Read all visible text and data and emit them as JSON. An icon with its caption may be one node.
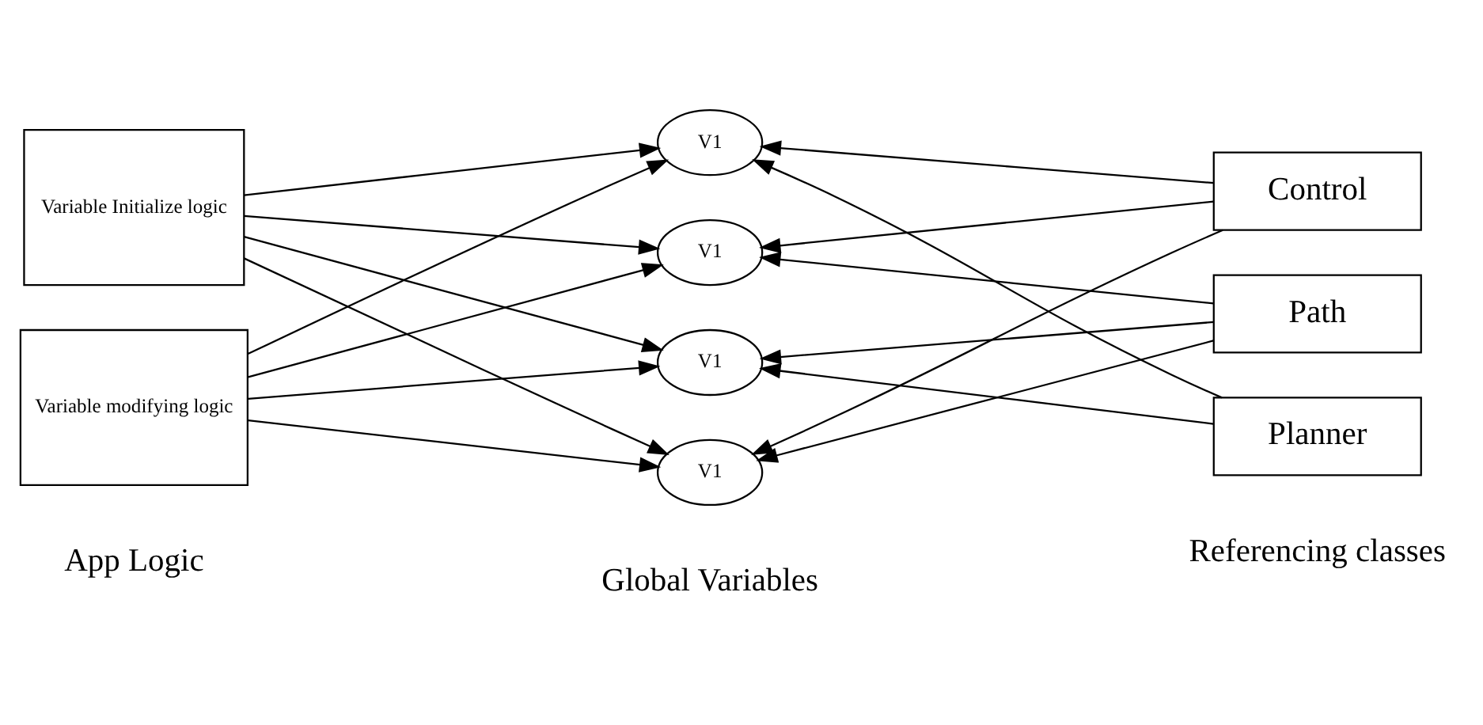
{
  "diagram": {
    "nodes": [
      {
        "text": [
          "Variable Initialize logic"
        ]
      },
      {
        "text": [
          "Variable modifying logic"
        ]
      },
      {
        "text": [
          "V1"
        ]
      },
      {
        "text": [
          "V1"
        ]
      },
      {
        "text": [
          "V1"
        ]
      },
      {
        "text": [
          "V1"
        ]
      },
      {
        "text": [
          "Control"
        ]
      },
      {
        "text": [
          "Path"
        ]
      },
      {
        "text": [
          "Planner"
        ]
      }
    ],
    "edges": [
      {
        "from": 0,
        "to": 2,
        "arrow": "to"
      },
      {
        "from": 0,
        "to": 3,
        "arrow": "to"
      },
      {
        "from": 0,
        "to": 4,
        "arrow": "to"
      },
      {
        "from": 0,
        "to": 5,
        "arrow": "to"
      },
      {
        "from": 1,
        "to": 2,
        "arrow": "to"
      },
      {
        "from": 1,
        "to": 3,
        "arrow": "to"
      },
      {
        "from": 1,
        "to": 4,
        "arrow": "to"
      },
      {
        "from": 1,
        "to": 5,
        "arrow": "to"
      },
      {
        "from": 6,
        "to": 2,
        "arrow": "to"
      },
      {
        "from": 6,
        "to": 3,
        "arrow": "to"
      },
      {
        "from": 6,
        "to": 5,
        "arrow": "to"
      },
      {
        "from": 7,
        "to": 3,
        "arrow": "to"
      },
      {
        "from": 7,
        "to": 4,
        "arrow": "to"
      },
      {
        "from": 7,
        "to": 5,
        "arrow": "to"
      },
      {
        "from": 8,
        "to": 2,
        "arrow": "to"
      },
      {
        "from": 8,
        "to": 4,
        "arrow": "to"
      }
    ],
    "labels": [
      "App Logic",
      "Global Variables",
      "Referencing classes"
    ]
  }
}
